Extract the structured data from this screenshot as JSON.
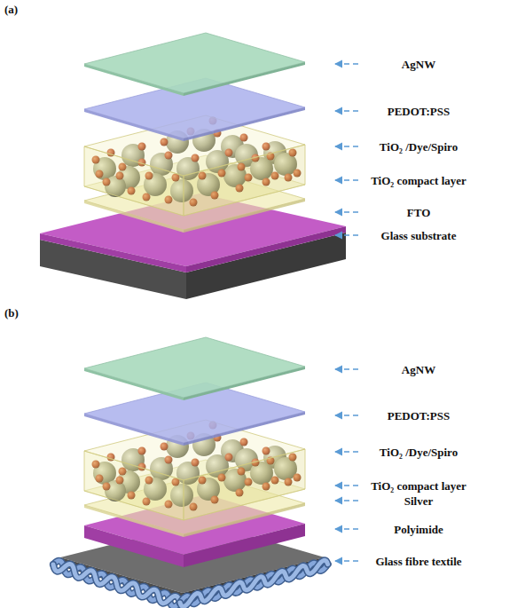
{
  "diagram": {
    "labels": [
      "(a)",
      "AgNW",
      "PEDOT:PSS",
      "TiO₂ /Dye/Spiro",
      "TiO₂ compact layer",
      "FTO",
      "Glass substrate",
      "(b)",
      "AgNW",
      "PEDOT:PSS",
      "TiO₂ /Dye/Spiro",
      "TiO₂ compact layer",
      "Silver",
      "Polyimide",
      "Glass fibre textile"
    ]
  }
}
